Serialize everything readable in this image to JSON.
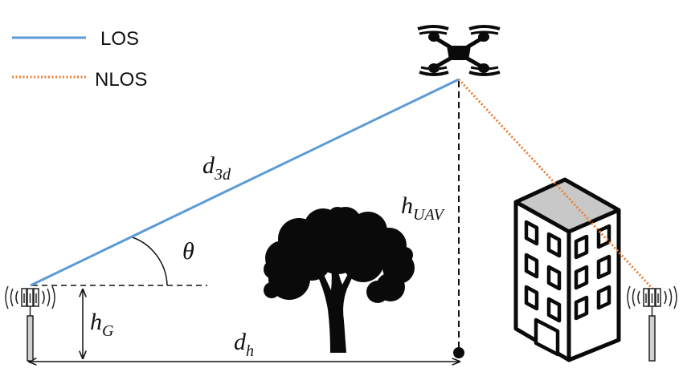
{
  "legend": {
    "los_label": "LOS",
    "nlos_label": "NLOS"
  },
  "labels": {
    "d3d_main": "d",
    "d3d_sub": "3d",
    "theta": "θ",
    "huav_main": "h",
    "huav_sub": "UAV",
    "hg_main": "h",
    "hg_sub": "G",
    "dh_main": "d",
    "dh_sub": "h"
  },
  "colors": {
    "los": "#5b9bd5",
    "nlos": "#ed7d31",
    "ink": "#111111",
    "building_roof": "#c8c8c8"
  },
  "icons": {
    "uav": "quadcopter-drone-icon",
    "left_ground_station": "cell-tower-antenna-icon",
    "right_ground_station": "cell-tower-antenna-icon",
    "tree": "tree-silhouette-icon",
    "building": "office-building-icon"
  }
}
